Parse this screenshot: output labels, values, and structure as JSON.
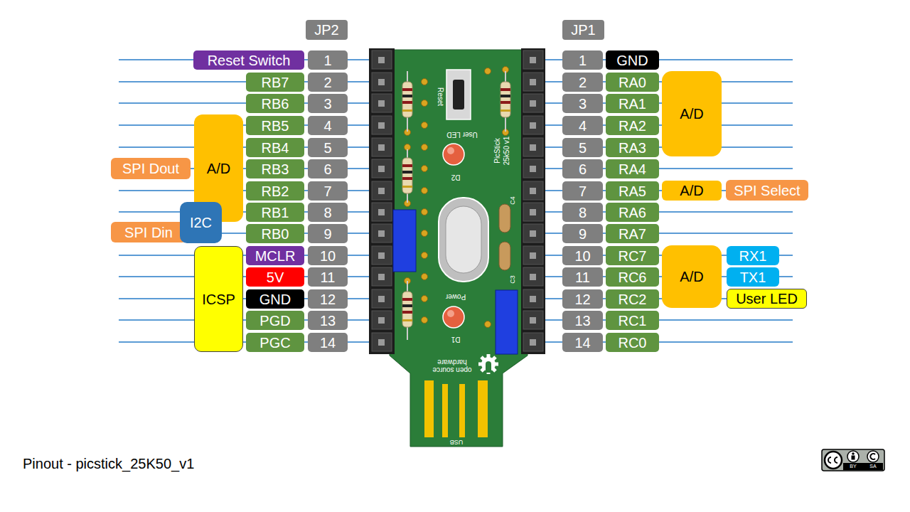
{
  "diagram": {
    "caption": "Pinout - picstick_25K50_v1",
    "nodes": [
      {
        "text": [
          "JP2"
        ]
      },
      {
        "text": [
          "JP1"
        ]
      },
      {
        "text": [
          "Reset Switch"
        ]
      },
      {
        "text": [
          "1"
        ]
      },
      {
        "text": [
          "RB7"
        ]
      },
      {
        "text": [
          "2"
        ]
      },
      {
        "text": [
          "RB6"
        ]
      },
      {
        "text": [
          "3"
        ]
      },
      {
        "text": [
          "RB5"
        ]
      },
      {
        "text": [
          "4"
        ]
      },
      {
        "text": [
          "RB4"
        ]
      },
      {
        "text": [
          "5"
        ]
      },
      {
        "text": [
          "RB3"
        ]
      },
      {
        "text": [
          "6"
        ]
      },
      {
        "text": [
          "RB2"
        ]
      },
      {
        "text": [
          "7"
        ]
      },
      {
        "text": [
          "RB1"
        ]
      },
      {
        "text": [
          "8"
        ]
      },
      {
        "text": [
          "RB0"
        ]
      },
      {
        "text": [
          "9"
        ]
      },
      {
        "text": [
          "MCLR"
        ]
      },
      {
        "text": [
          "10"
        ]
      },
      {
        "text": [
          "5V"
        ]
      },
      {
        "text": [
          "11"
        ]
      },
      {
        "text": [
          "GND"
        ]
      },
      {
        "text": [
          "12"
        ]
      },
      {
        "text": [
          "PGD"
        ]
      },
      {
        "text": [
          "13"
        ]
      },
      {
        "text": [
          "PGC"
        ]
      },
      {
        "text": [
          "14"
        ]
      },
      {
        "text": [
          "A/D"
        ]
      },
      {
        "text": [
          "SPI Dout"
        ]
      },
      {
        "text": [
          "SPI Din"
        ]
      },
      {
        "text": [
          "I2C"
        ]
      },
      {
        "text": [
          "ICSP"
        ]
      },
      {
        "text": [
          "1"
        ]
      },
      {
        "text": [
          "GND"
        ]
      },
      {
        "text": [
          "2"
        ]
      },
      {
        "text": [
          "RA0"
        ]
      },
      {
        "text": [
          "3"
        ]
      },
      {
        "text": [
          "RA1"
        ]
      },
      {
        "text": [
          "4"
        ]
      },
      {
        "text": [
          "RA2"
        ]
      },
      {
        "text": [
          "5"
        ]
      },
      {
        "text": [
          "RA3"
        ]
      },
      {
        "text": [
          "6"
        ]
      },
      {
        "text": [
          "RA4"
        ]
      },
      {
        "text": [
          "7"
        ]
      },
      {
        "text": [
          "RA5"
        ]
      },
      {
        "text": [
          "8"
        ]
      },
      {
        "text": [
          "RA6"
        ]
      },
      {
        "text": [
          "9"
        ]
      },
      {
        "text": [
          "RA7"
        ]
      },
      {
        "text": [
          "10"
        ]
      },
      {
        "text": [
          "RC7"
        ]
      },
      {
        "text": [
          "11"
        ]
      },
      {
        "text": [
          "RC6"
        ]
      },
      {
        "text": [
          "12"
        ]
      },
      {
        "text": [
          "RC2"
        ]
      },
      {
        "text": [
          "13"
        ]
      },
      {
        "text": [
          "RC1"
        ]
      },
      {
        "text": [
          "14"
        ]
      },
      {
        "text": [
          "RC0"
        ]
      },
      {
        "text": [
          "A/D"
        ]
      },
      {
        "text": [
          "A/D"
        ]
      },
      {
        "text": [
          "SPI Select"
        ]
      },
      {
        "text": [
          "A/D"
        ]
      },
      {
        "text": [
          "RX1"
        ]
      },
      {
        "text": [
          "TX1"
        ]
      },
      {
        "text": [
          "User LED"
        ]
      }
    ],
    "labels": [
      "Reset",
      "User LED",
      "PicStick",
      "25k50 v1",
      "D2",
      "C4",
      "C3",
      "Power",
      "D1",
      "open source hardware",
      "USB",
      "BY",
      "SA"
    ]
  }
}
